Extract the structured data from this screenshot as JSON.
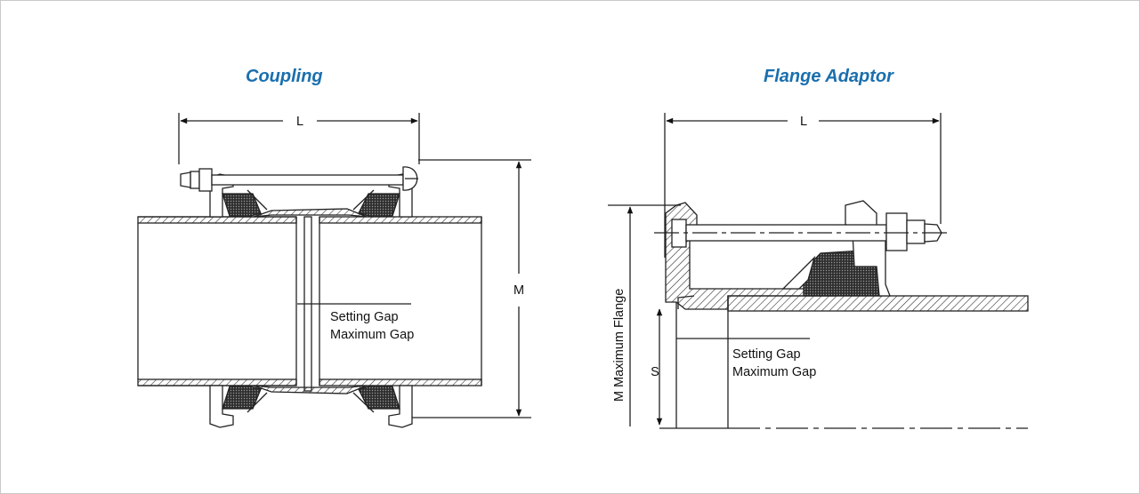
{
  "diagrams": {
    "coupling": {
      "title": "Coupling",
      "length_label": "L",
      "height_label": "M",
      "gap_label_1": "Setting Gap",
      "gap_label_2": "Maximum Gap"
    },
    "flange_adaptor": {
      "title": "Flange Adaptor",
      "length_label": "L",
      "height_label": "M Maximum Flange",
      "s_label": "S",
      "gap_label_1": "Setting Gap",
      "gap_label_2": "Maximum Gap"
    }
  },
  "colors": {
    "title": "#1a6fae",
    "line": "#222222",
    "seal": "#2b2b2b"
  }
}
